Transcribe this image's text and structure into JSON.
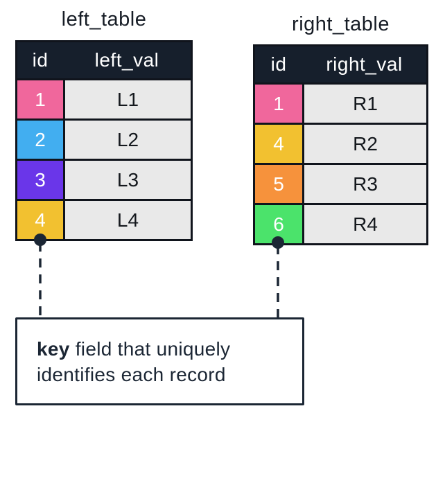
{
  "diagram": {
    "tables": [
      {
        "title": "left_table",
        "columns": [
          "id",
          "left_val"
        ],
        "rows": [
          {
            "id": "1",
            "value": "L1",
            "id_color": "#f0679c"
          },
          {
            "id": "2",
            "value": "L2",
            "id_color": "#42aef0"
          },
          {
            "id": "3",
            "value": "L3",
            "id_color": "#6a36e9"
          },
          {
            "id": "4",
            "value": "L4",
            "id_color": "#f2c130"
          }
        ]
      },
      {
        "title": "right_table",
        "columns": [
          "id",
          "right_val"
        ],
        "rows": [
          {
            "id": "1",
            "value": "R1",
            "id_color": "#f0679c"
          },
          {
            "id": "4",
            "value": "R2",
            "id_color": "#f2c130"
          },
          {
            "id": "5",
            "value": "R3",
            "id_color": "#f6923c"
          },
          {
            "id": "6",
            "value": "R4",
            "id_color": "#4be36b"
          }
        ]
      }
    ],
    "annotation": {
      "keyword": "key",
      "line1_rest": "field that uniquely",
      "line2": "identifies each record"
    },
    "colors": {
      "header_bg": "#161f2c",
      "cell_bg": "#e9e9e9",
      "table_border": "#10141c",
      "connector": "#1b2634",
      "pink": "#f0679c",
      "blue": "#42aef0",
      "purple": "#6a36e9",
      "yellow": "#f2c130",
      "orange": "#f6923c",
      "green": "#4be36b"
    }
  }
}
